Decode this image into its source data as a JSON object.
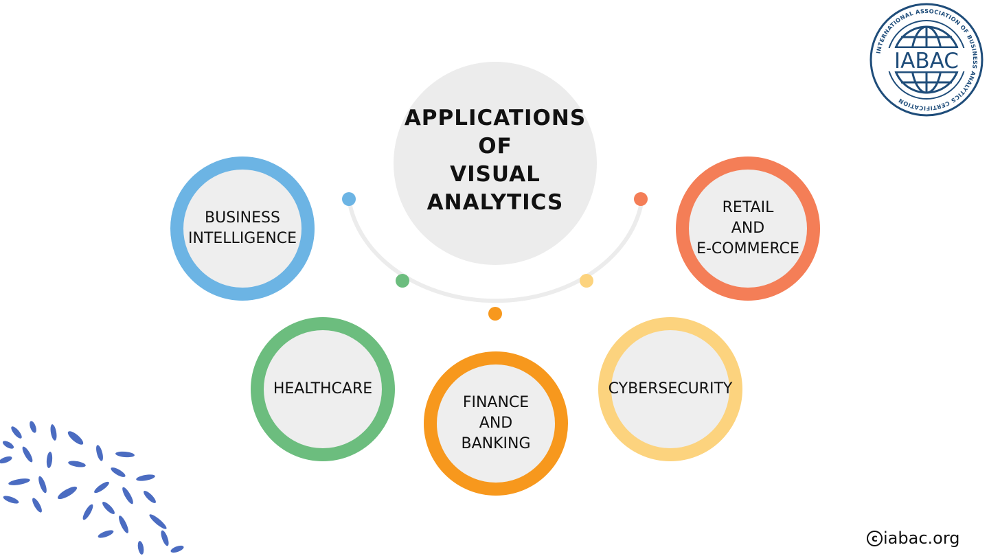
{
  "title_lines": [
    "APPLICATIONS",
    "OF",
    "VISUAL",
    "ANALYTICS"
  ],
  "applications": [
    {
      "lines": [
        "BUSINESS",
        "INTELLIGENCE"
      ],
      "color": "#6cb4e4"
    },
    {
      "lines": [
        "RETAIL",
        "AND",
        "E-COMMERCE"
      ],
      "color": "#f47e57"
    },
    {
      "lines": [
        "HEALTHCARE"
      ],
      "color": "#6cbd7e"
    },
    {
      "lines": [
        "FINANCE",
        "AND",
        "BANKING"
      ],
      "color": "#f7981d"
    },
    {
      "lines": [
        "CYBERSECURITY"
      ],
      "color": "#fcd37e"
    }
  ],
  "logo": {
    "name": "IABAC",
    "ring_text": "INTERNATIONAL ASSOCIATION OF BUSINESS ANALYTICS CERTIFICATION",
    "color": "#1f4d7a"
  },
  "footer": {
    "copyright": "iabac.org"
  },
  "colors": {
    "center_circle": "#ececec",
    "arc": "#eeeeee",
    "leaves": "#4b6cc1"
  }
}
